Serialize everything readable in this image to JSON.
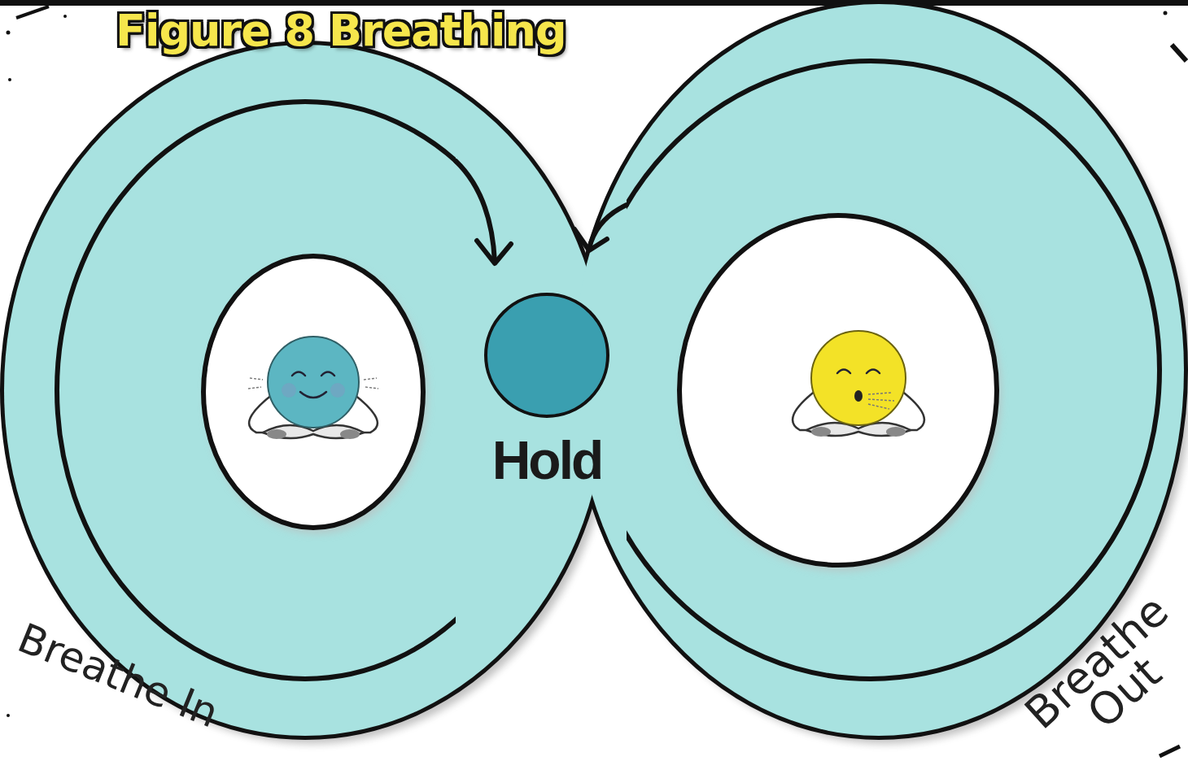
{
  "diagram": {
    "title": "Figure 8 Breathing",
    "nodes": [
      {
        "text": [
          "Hold"
        ]
      }
    ],
    "labels": [
      "Breathe In",
      "Breathe Out"
    ]
  }
}
